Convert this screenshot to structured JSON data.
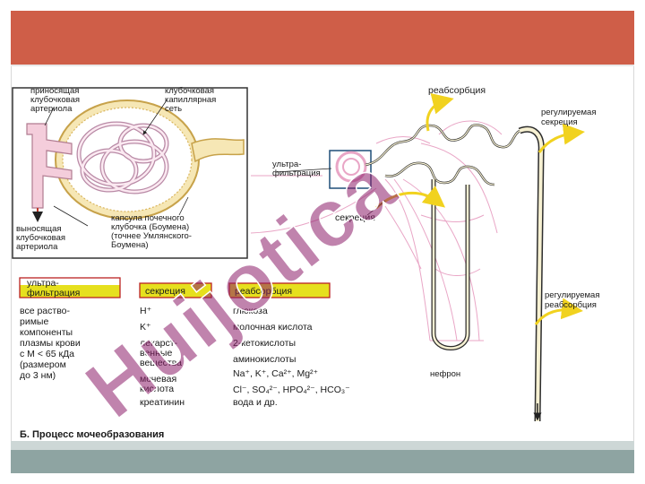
{
  "diagram": {
    "glomerulus_labels": {
      "afferent": [
        "приносящая",
        "клубочковая",
        "артериола"
      ],
      "capillary": [
        "клубочковая",
        "капиллярная",
        "сеть"
      ],
      "efferent": [
        "выносящая",
        "клубочковая",
        "артериола"
      ],
      "capsule": [
        "капсула почечного",
        "клубочка (Боумена)",
        "(точнее Умлянского-",
        "Боумена)"
      ]
    },
    "nephron_labels": {
      "reabsorption_top": "реабсорбция",
      "regulated_secretion": [
        "регулируемая",
        "секреция"
      ],
      "ultrafiltration": [
        "ультра-",
        "фильтрация"
      ],
      "secretion": "секреция",
      "regulated_reabsorption": [
        "регулируемая",
        "реабсорбция"
      ],
      "nephron": "нефрон"
    },
    "table": {
      "headers": {
        "ultrafiltration": [
          "ультра-",
          "фильтрация"
        ],
        "secretion": "секреция",
        "reabsorption": "реабсорбция"
      },
      "ultrafiltration_items": [
        "все раство-",
        "римые",
        "компоненты",
        "плазмы крови",
        "с М < 65 кДа",
        "(размером",
        "до 3 нм)"
      ],
      "secretion_items": [
        "H⁺",
        "K⁺",
        "лекарст-",
        "венные",
        "вещества",
        "мочевая",
        "кислота",
        "креатинин"
      ],
      "reabsorption_items": [
        "глюкоза",
        "молочная кислота",
        "2-кетокислоты",
        "аминокислоты",
        "Na⁺, K⁺, Ca²⁺, Mg²⁺",
        "Cl⁻, SO₄²⁻, HPO₄²⁻, HCO₃⁻",
        "вода и др."
      ]
    },
    "caption": "Б. Процесс мочеобразования",
    "watermark": "Huijotica"
  },
  "colors": {
    "header_band": "#cf5e48",
    "footer_band": "#8ea4a2",
    "tubule_pink": "#e9a6c6",
    "arrow_yellow": "#f1d21f",
    "highlight_yellow": "#e6e01e"
  }
}
